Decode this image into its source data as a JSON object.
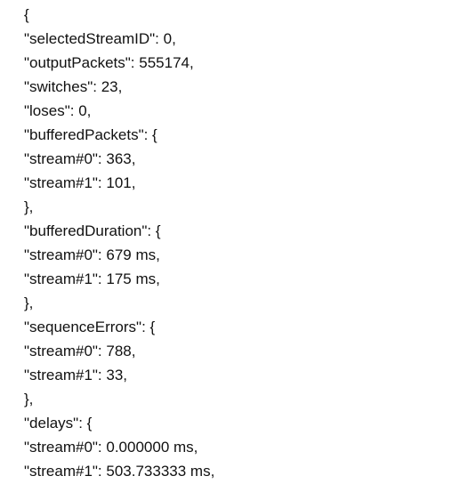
{
  "document": {
    "lines": [
      "{",
      "\"selectedStreamID\": 0,",
      "\"outputPackets\": 555174,",
      "\"switches\": 23,",
      "\"loses\": 0,",
      "\"bufferedPackets\": {",
      "\"stream#0\": 363,",
      "\"stream#1\": 101,",
      "},",
      "\"bufferedDuration\": {",
      "\"stream#0\": 679 ms,",
      "\"stream#1\": 175 ms,",
      "},",
      "\"sequenceErrors\": {",
      "\"stream#0\": 788,",
      "\"stream#1\": 33,",
      "},",
      "\"delays\": {",
      "\"stream#0\": 0.000000 ms,",
      "\"stream#1\": 503.733333 ms,"
    ]
  }
}
